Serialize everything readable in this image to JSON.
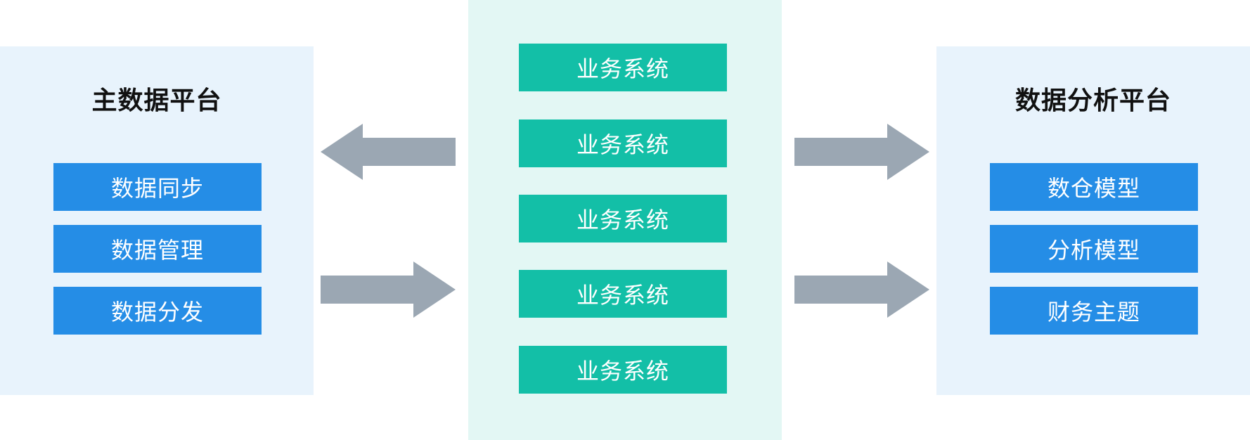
{
  "left_panel": {
    "title": "主数据平台",
    "items": [
      "数据同步",
      "数据管理",
      "数据分发"
    ]
  },
  "center_panel": {
    "items": [
      "业务系统",
      "业务系统",
      "业务系统",
      "业务系统",
      "业务系统"
    ]
  },
  "right_panel": {
    "title": "数据分析平台",
    "items": [
      "数仓模型",
      "分析模型",
      "财务主题"
    ]
  },
  "colors": {
    "panel_bg": "#e8f3fc",
    "center_bg": "#e3f7f4",
    "blue_box": "#258de6",
    "teal_box": "#13bfa7",
    "arrow": "#9ba7b3"
  }
}
